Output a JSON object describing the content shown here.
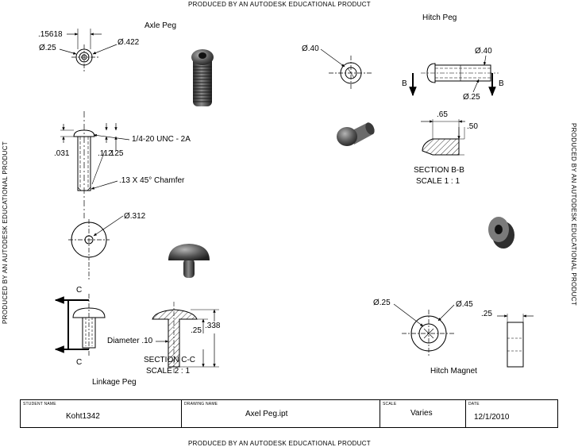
{
  "watermark": {
    "top": "PRODUCED BY AN AUTODESK EDUCATIONAL PRODUCT",
    "bottom": "PRODUCED BY AN AUTODESK EDUCATIONAL PRODUCT",
    "left": "PRODUCED BY AN AUTODESK EDUCATIONAL PRODUCT",
    "right": "PRODUCED BY AN AUTODESK EDUCATIONAL PRODUCT"
  },
  "axle_peg": {
    "title": "Axle Peg",
    "dim_offset": ".15618",
    "dia_small": "Ø.25",
    "dia_large": "Ø.422",
    "thread": "1/4-20 UNC - 2A",
    "dim_031": ".031",
    "dim_112": ".112",
    "dim_125": ".125",
    "chamfer": ".13 X 45° Chamfer"
  },
  "hitch_peg": {
    "title": "Hitch Peg",
    "dia_left": "Ø.40",
    "dia_right": "Ø.40",
    "dia_bottom": "Ø.25",
    "section_marker": "B",
    "dim_65": ".65",
    "dim_50": ".50",
    "section_title": "SECTION B-B",
    "section_scale": "SCALE 1 : 1"
  },
  "linkage_peg": {
    "title": "Linkage Peg",
    "dia": "Ø.312",
    "section_marker": "C",
    "diameter_label": "Diameter .10",
    "dim_25": ".25",
    "dim_338": ".338",
    "section_title": "SECTION C-C",
    "section_scale": "SCALE 2 : 1"
  },
  "hitch_magnet": {
    "title": "Hitch Magnet",
    "dia_inner": "Ø.25",
    "dia_outer": "Ø.45",
    "dim_25": ".25"
  },
  "title_block": {
    "student_label": "STUDENT NAME",
    "student_value": "Koht1342",
    "drawing_label": "DRAWING NAME",
    "drawing_value": "Axel Peg.ipt",
    "scale_label": "SCALE",
    "scale_value": "Varies",
    "date_label": "DATE",
    "date_value": "12/1/2010"
  }
}
